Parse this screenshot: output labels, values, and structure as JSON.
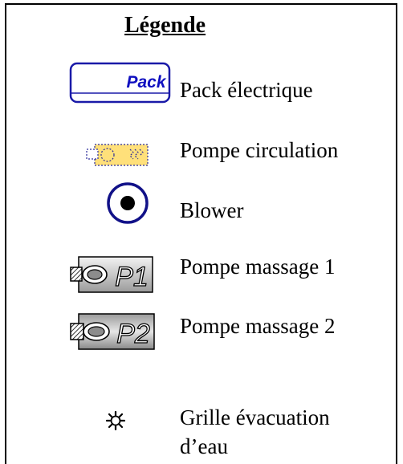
{
  "title": "Légende",
  "items": [
    {
      "label": "Pack électrique",
      "icon": "pack-icon",
      "icon_text": "Pack"
    },
    {
      "label": "Pompe circulation",
      "icon": "circulation-pump-icon"
    },
    {
      "label": "Blower",
      "icon": "blower-icon"
    },
    {
      "label": "Pompe massage 1",
      "icon": "massage-pump-1-icon",
      "icon_text": "P1"
    },
    {
      "label": "Pompe massage 2",
      "icon": "massage-pump-2-icon",
      "icon_text": "P2"
    },
    {
      "label": "Grille évacuation d’eau",
      "icon": "drain-grille-icon"
    }
  ],
  "colors": {
    "pack_text": "#1010c0",
    "pack_border": "#1a1aa8",
    "circulation_fill": "#ffe07a",
    "circulation_dots": "#2a2a9a",
    "pump_gray": "#c8c8c8"
  }
}
